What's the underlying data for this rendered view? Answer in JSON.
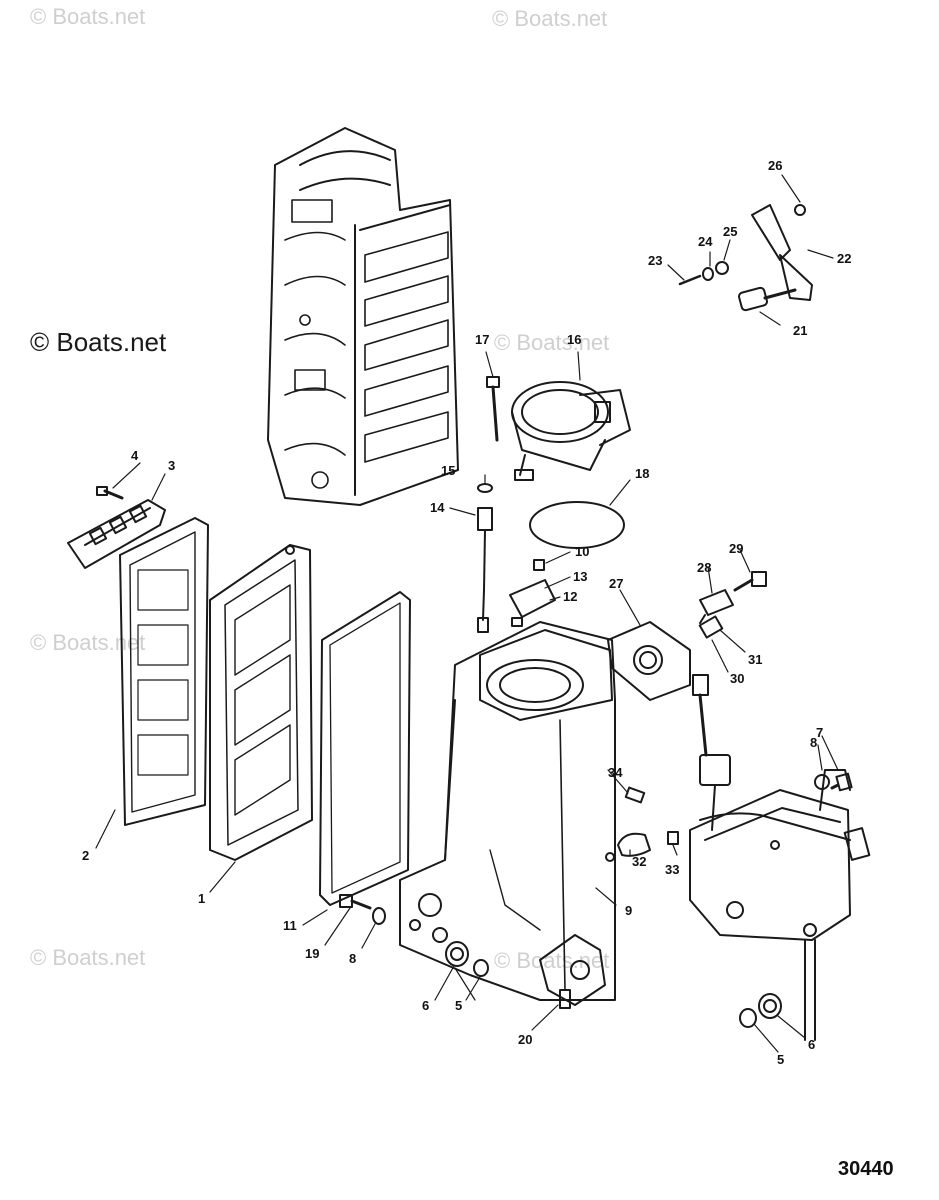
{
  "watermarks": {
    "faint": "© Boats.net",
    "main": "© Boats.net"
  },
  "reference_number": "30440",
  "callouts": [
    "1",
    "2",
    "3",
    "4",
    "5",
    "5",
    "6",
    "6",
    "7",
    "8",
    "8",
    "9",
    "10",
    "11",
    "12",
    "13",
    "14",
    "15",
    "16",
    "17",
    "18",
    "19",
    "20",
    "21",
    "22",
    "23",
    "24",
    "25",
    "26",
    "27",
    "28",
    "29",
    "30",
    "31",
    "32",
    "33",
    "34"
  ],
  "colors": {
    "line": "#1a1a1a",
    "watermark": "#cfcfcf",
    "background": "#ffffff"
  }
}
